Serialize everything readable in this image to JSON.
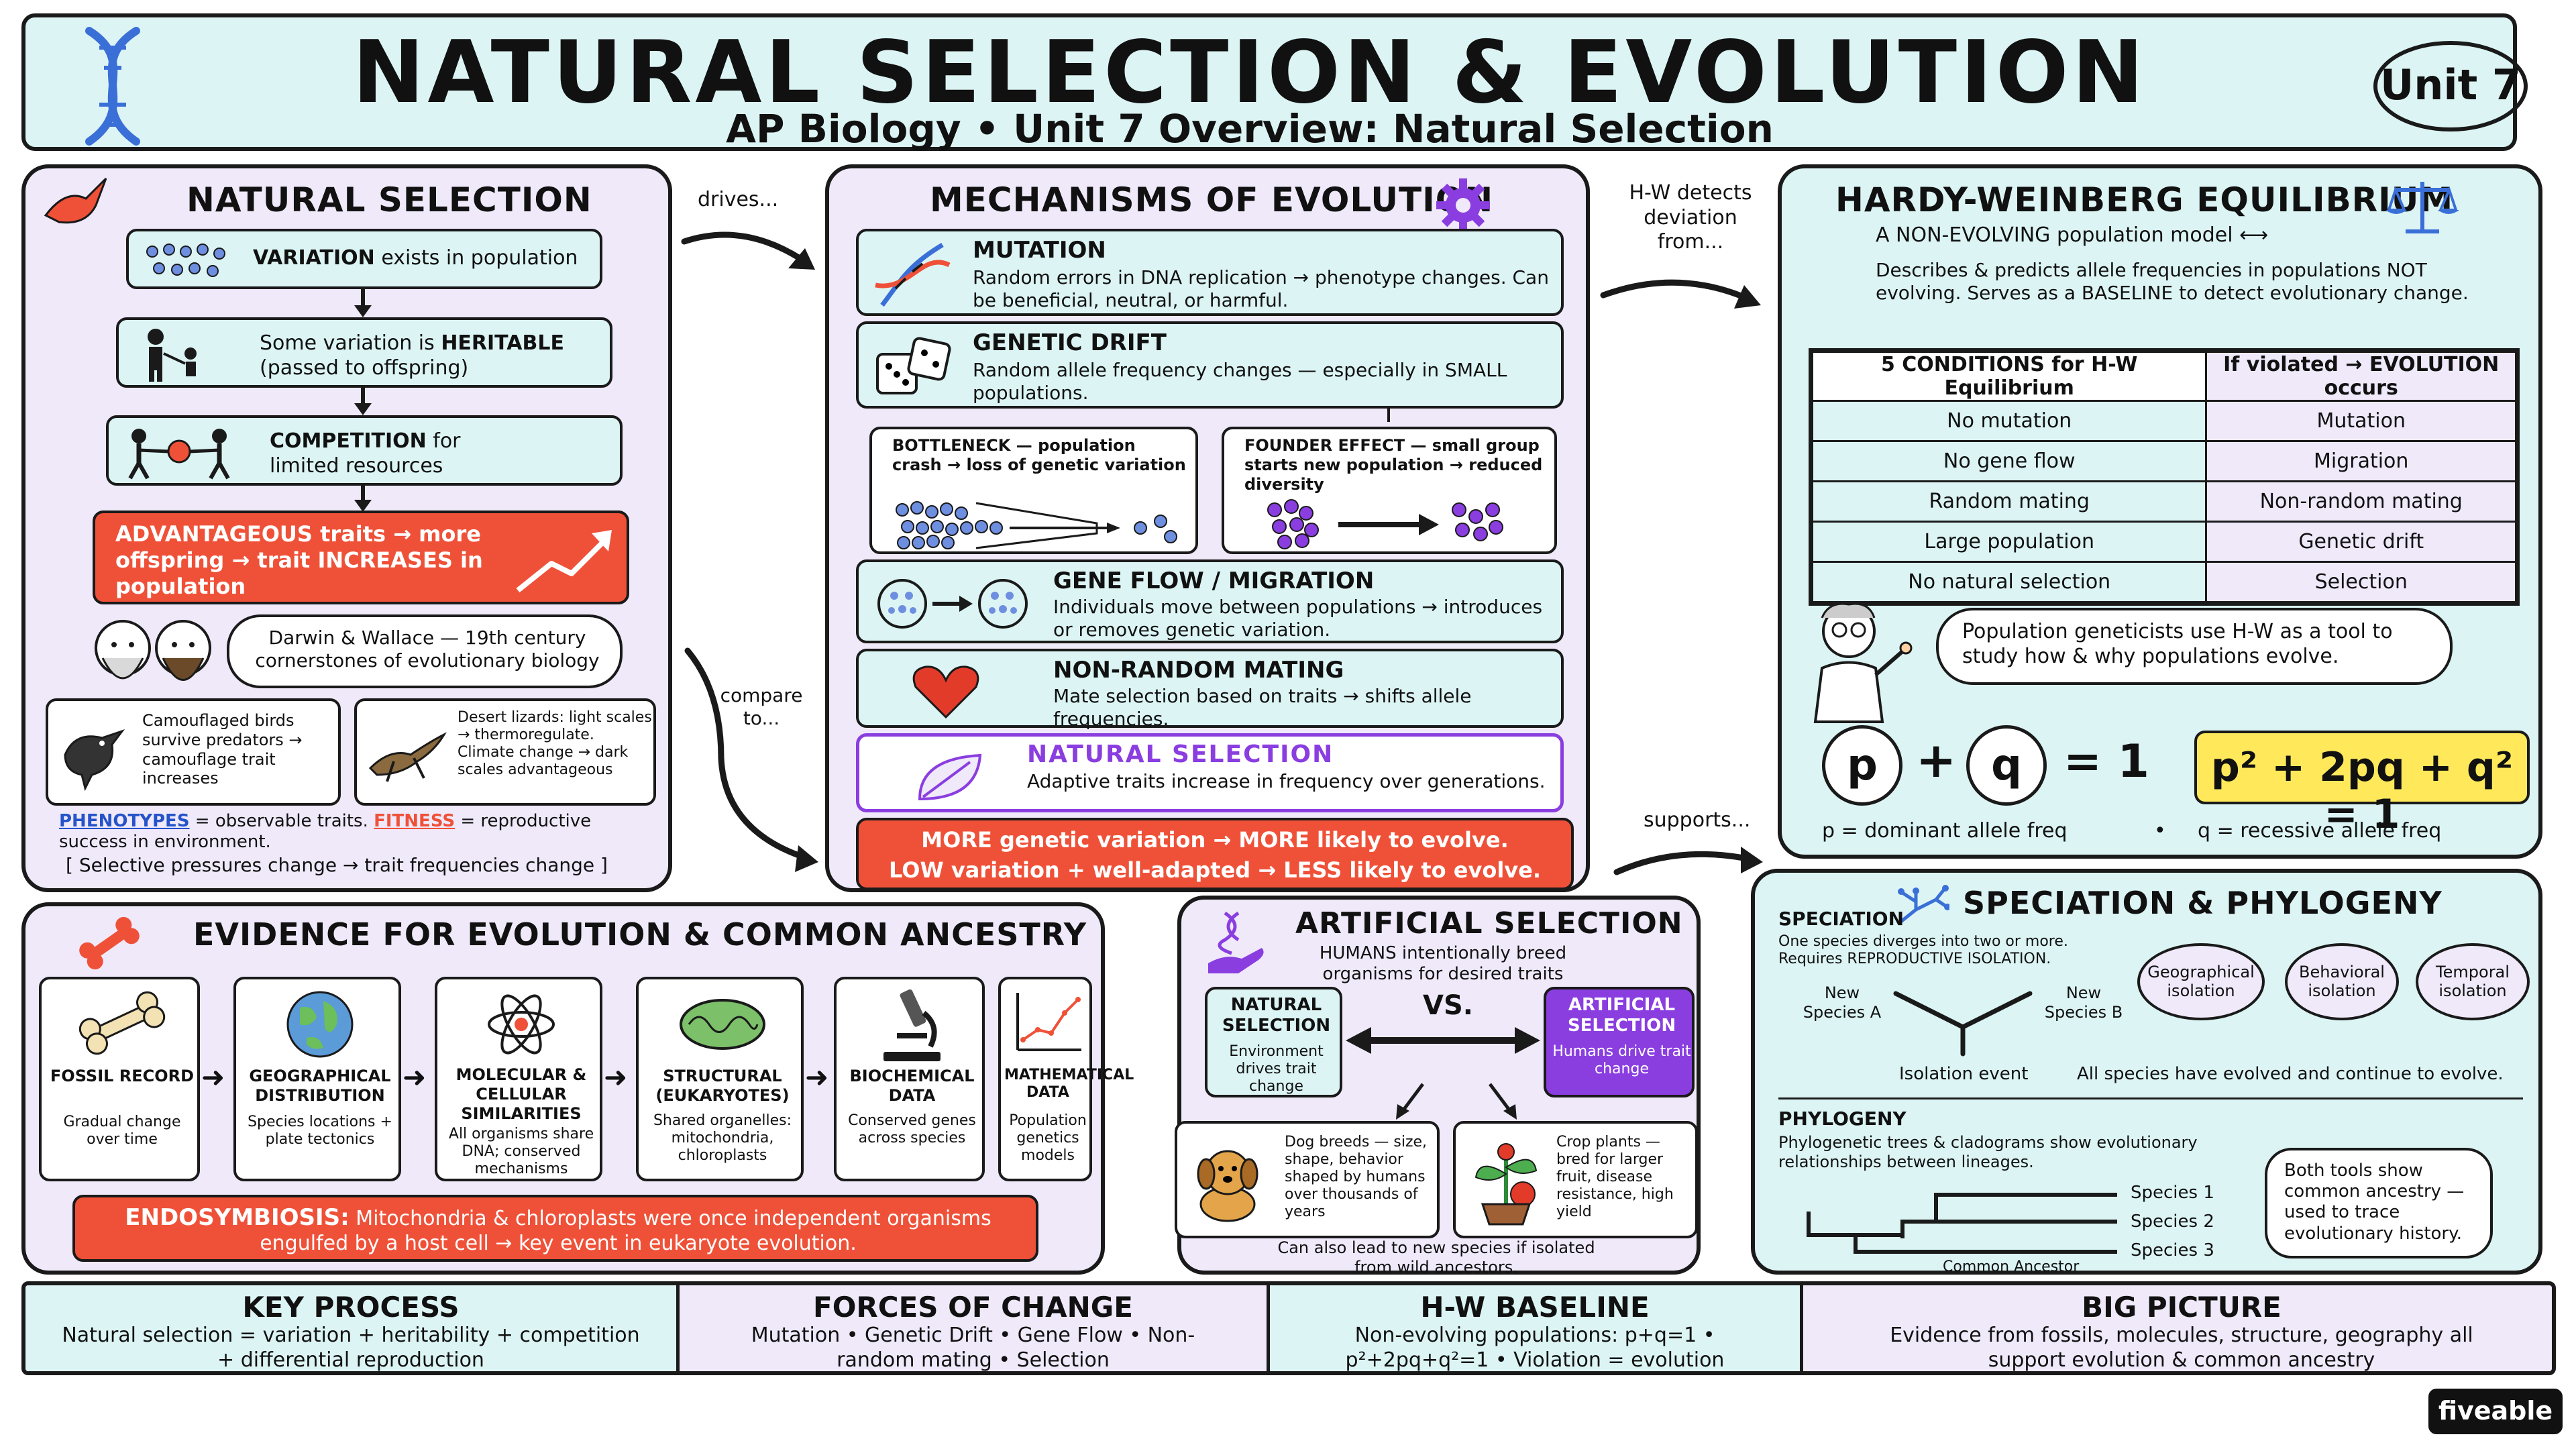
{
  "header": {
    "title": "NATURAL SELECTION & EVOLUTION",
    "subtitle": "AP Biology • Unit 7 Overview: Natural Selection",
    "badge": "Unit 7"
  },
  "connectors": {
    "drives": "drives...",
    "compare": "compare to...",
    "hw_detects": "H-W detects deviation from...",
    "supports": "supports..."
  },
  "natural_selection": {
    "title": "NATURAL SELECTION",
    "steps": [
      {
        "pre": "",
        "bold": "VARIATION",
        "post": " exists in population"
      },
      {
        "pre": "Some variation is ",
        "bold": "HERITABLE",
        "post": "\n(passed to offspring)"
      },
      {
        "pre": "",
        "bold": "COMPETITION",
        "post": " for\nlimited resources"
      }
    ],
    "advantage": "ADVANTAGEOUS traits → more offspring → trait INCREASES in population",
    "darwin": "Darwin & Wallace — 19th century cornerstones of evolutionary biology",
    "example1": "Camouflaged birds survive predators → camouflage trait increases",
    "example2": "Desert lizards: light scales → thermoregulate. Climate change → dark scales advantageous",
    "phenotypes_term": "PHENOTYPES",
    "phenotypes_def": " = observable traits. ",
    "fitness_term": "FITNESS",
    "fitness_def": " = reproductive success in environment.",
    "pressures": "[ Selective pressures change → trait frequencies change ]"
  },
  "mechanisms": {
    "title": "MECHANISMS OF EVOLUTION",
    "mutation": {
      "title": "MUTATION",
      "text": "Random errors in DNA replication → phenotype changes. Can be beneficial, neutral, or harmful."
    },
    "drift": {
      "title": "GENETIC DRIFT",
      "text": "Random allele frequency changes — especially in SMALL populations."
    },
    "bottleneck": "BOTTLENECK — population crash → loss of genetic variation",
    "founder": "FOUNDER EFFECT — small group starts new population → reduced diversity",
    "gene_flow": {
      "title": "GENE FLOW / MIGRATION",
      "text": "Individuals move between populations → introduces or removes genetic variation."
    },
    "nonrandom": {
      "title": "NON-RANDOM MATING",
      "text": "Mate selection based on traits → shifts allele frequencies."
    },
    "natsel": {
      "title": "NATURAL SELECTION",
      "text": "Adaptive traits increase in frequency over generations."
    },
    "summary1": "MORE genetic variation → MORE likely to evolve.",
    "summary2": "LOW variation + well-adapted → LESS likely to evolve."
  },
  "hardy_weinberg": {
    "title": "HARDY-WEINBERG EQUILIBRIUM",
    "model": "A NON-EVOLVING population model",
    "desc": "Describes & predicts allele frequencies in populations NOT evolving. Serves as a BASELINE to detect evolutionary change.",
    "col1": "5 CONDITIONS for H-W Equilibrium",
    "col2": "If violated → EVOLUTION occurs",
    "rows": [
      [
        "No mutation",
        "Mutation"
      ],
      [
        "No gene flow",
        "Migration"
      ],
      [
        "Random mating",
        "Non-random mating"
      ],
      [
        "Large population",
        "Genetic drift"
      ],
      [
        "No natural selection",
        "Selection"
      ]
    ],
    "quote": "Population geneticists use H-W as a tool to study how & why populations evolve.",
    "p": "p",
    "plus": "+",
    "q": "q",
    "eq1": "= 1",
    "eq2": "p² + 2pq + q² = 1",
    "p_def": "p = dominant allele freq",
    "dot": "•",
    "q_def": "q = recessive allele freq"
  },
  "evidence": {
    "title": "EVIDENCE FOR EVOLUTION & COMMON ANCESTRY",
    "items": [
      {
        "title": "FOSSIL RECORD",
        "text": "Gradual change over time"
      },
      {
        "title": "GEOGRAPHICAL DISTRIBUTION",
        "text": "Species locations + plate tectonics"
      },
      {
        "title": "MOLECULAR & CELLULAR SIMILARITIES",
        "text": "All organisms share DNA; conserved mechanisms"
      },
      {
        "title": "STRUCTURAL (EUKARYOTES)",
        "text": "Shared organelles: mitochondria, chloroplasts"
      },
      {
        "title": "BIOCHEMICAL DATA",
        "text": "Conserved genes across species"
      },
      {
        "title": "MATHEMATICAL DATA",
        "text": "Population genetics models"
      }
    ],
    "endo_term": "ENDOSYMBIOSIS:",
    "endo_text": " Mitochondria & chloroplasts were once independent organisms engulfed by a host cell → key event in eukaryote evolution."
  },
  "artificial": {
    "title": "ARTIFICIAL SELECTION",
    "subtitle": "HUMANS intentionally breed organisms for desired traits",
    "natural_title": "NATURAL SELECTION",
    "natural_text": "Environment drives trait change",
    "vs": "VS.",
    "artificial_title": "ARTIFICIAL SELECTION",
    "artificial_text": "Humans drive trait change",
    "dogs": "Dog breeds — size, shape, behavior shaped by humans over thousands of years",
    "crops": "Crop plants — bred for larger fruit, disease resistance, high yield",
    "footer": "Can also lead to new species if isolated from wild ancestors."
  },
  "speciation": {
    "title": "SPECIATION & PHYLOGENY",
    "spec_label": "SPECIATION",
    "spec_text": "One species diverges into two or more. Requires REPRODUCTIVE ISOLATION.",
    "species_a": "New Species A",
    "species_b": "New Species B",
    "isolation_event": "Isolation event",
    "iso": [
      "Geographical isolation",
      "Behavioral isolation",
      "Temporal isolation"
    ],
    "all_evolved": "All species have evolved and continue to evolve.",
    "phylo_label": "PHYLOGENY",
    "phylo_text": "Phylogenetic trees & cladograms show evolutionary relationships between lineages.",
    "sp1": "Species 1",
    "sp2": "Species 2",
    "sp3": "Species 3",
    "common": "Common Ancestor",
    "tools": "Both tools show common ancestry — used to trace evolutionary history."
  },
  "bottom_bar": [
    {
      "title": "KEY PROCESS",
      "text": "Natural selection = variation + heritability + competition + differential reproduction"
    },
    {
      "title": "FORCES OF CHANGE",
      "text": "Mutation • Genetic Drift • Gene Flow • Non-random mating • Selection"
    },
    {
      "title": "H-W BASELINE",
      "text": "Non-evolving populations: p+q=1 • p²+2pq+q²=1 • Violation = evolution"
    },
    {
      "title": "BIG PICTURE",
      "text": "Evidence from fossils, molecules, structure, geography all support evolution & common ancestry"
    }
  ],
  "brand": "fiveable",
  "colors": {
    "mint": "#dcf4f4",
    "lavender": "#efe9fa",
    "red": "#ef5138",
    "purple": "#8a3ee0",
    "yellow": "#ffe95a",
    "blue_dna": "#3a6fd8"
  }
}
